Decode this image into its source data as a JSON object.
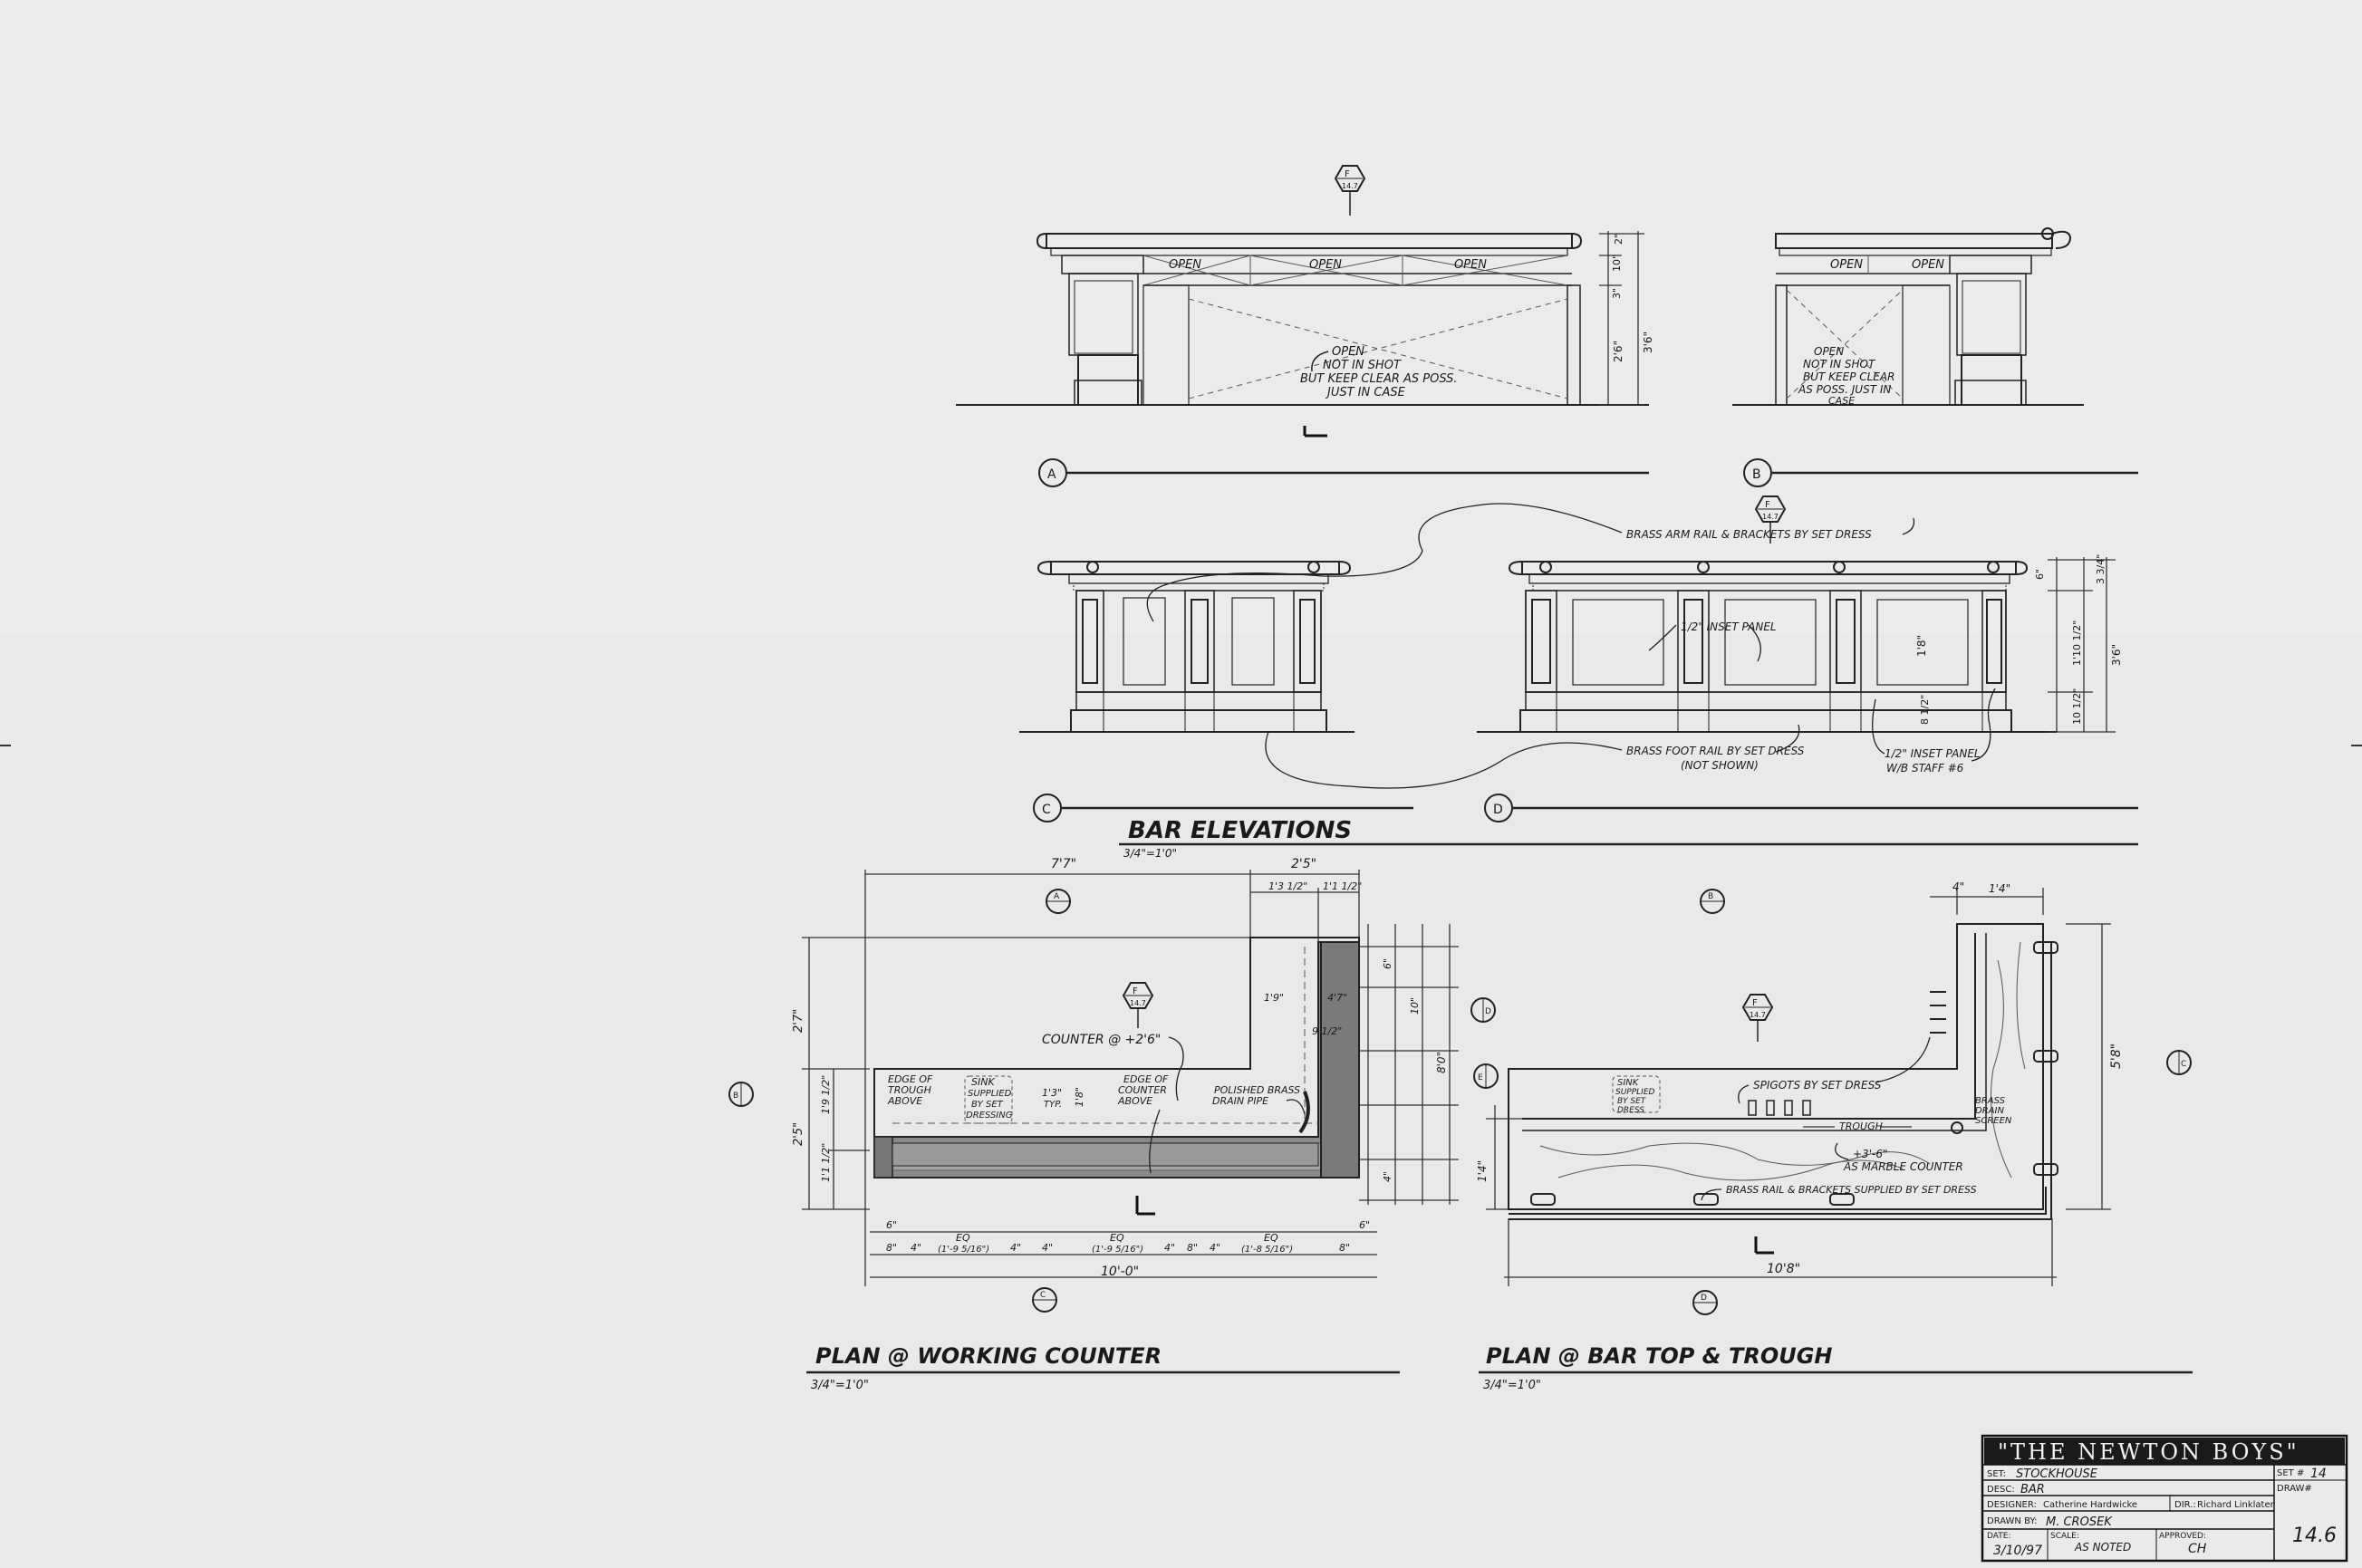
{
  "section_title": "BAR ELEVATIONS",
  "section_scale": "3/4\"=1'0\"",
  "markers": {
    "a": "A",
    "b": "B",
    "c": "C",
    "d": "D",
    "e": "E",
    "f": "F",
    "f_ref": "14.7"
  },
  "elev_a": {
    "open_labels": [
      "OPEN",
      "OPEN",
      "OPEN"
    ],
    "note": [
      "OPEN",
      "NOT IN SHOT",
      "BUT KEEP CLEAR AS POSS.",
      "JUST IN CASE"
    ],
    "dims": [
      "2\"",
      "10\"",
      "3\"",
      "2'6\"",
      "3'6\""
    ]
  },
  "elev_b": {
    "open_labels": [
      "OPEN",
      "OPEN"
    ],
    "note": [
      "OPEN",
      "NOT IN SHOT",
      "BUT KEEP CLEAR",
      "AS POSS. JUST IN",
      "CASE"
    ]
  },
  "elev_d": {
    "callouts": {
      "arm_rail": "BRASS ARM RAIL & BRACKETS BY SET DRESS",
      "inset_panel": "1/2\" INSET PANEL",
      "foot_rail": [
        "BRASS FOOT RAIL BY SET DRESS",
        "(NOT SHOWN)"
      ],
      "inset_panel_stain": [
        "1/2\" INSET PANEL",
        "W/B STAFF #6"
      ]
    },
    "dims": [
      "6\"",
      "1'8\"",
      "8 1/2\"",
      "3'6\"",
      "1'10 1/2\"",
      "10 1/2\"",
      "3 3/4\""
    ]
  },
  "plan_working": {
    "title": "PLAN @ WORKING COUNTER",
    "scale": "3/4\"=1'0\"",
    "overall_width": "10'-0\"",
    "top_dims": [
      "7'7\"",
      "2'5\"",
      "1'3 1/2\"",
      "1'1 1/2\""
    ],
    "left_dims": [
      "2'7\"",
      "2'5\"",
      "1'9 1/2\"",
      "1'1 1/2\""
    ],
    "right_dims": [
      "4'7\"",
      "1'9\"",
      "9 1/2\"",
      "8'0\"",
      "10\"",
      "6\"",
      "4\""
    ],
    "notes": {
      "counter": "COUNTER @ +2'6\"",
      "trough_edge": [
        "EDGE OF",
        "TROUGH",
        "ABOVE"
      ],
      "sink": [
        "SINK",
        "SUPPLIED",
        "BY SET",
        "DRESSING"
      ],
      "counter_edge": [
        "EDGE OF",
        "COUNTER",
        "ABOVE"
      ],
      "drain": [
        "POLISHED BRASS",
        "DRAIN PIPE"
      ],
      "typ": [
        "1'3\"",
        "TYP."
      ],
      "dim_1_8": "1'8\""
    },
    "bottom_dims": [
      "6\"",
      "8\"",
      "4\"",
      "EQ",
      "(1'-9 5/16\")",
      "4\"",
      "4\"",
      "EQ",
      "(1'-9 5/16\")",
      "4\"",
      "8\"",
      "4\"",
      "EQ",
      "(1'-8 5/16\")",
      "8\"",
      "6\""
    ]
  },
  "plan_bartop": {
    "title": "PLAN @ BAR TOP & TROUGH",
    "scale": "3/4\"=1'0\"",
    "overall_width": "10'8\"",
    "top_dims": [
      "4\"",
      "1'4\""
    ],
    "right_dim": "5'8\"",
    "left_dim": "1'4\"",
    "notes": {
      "sink": [
        "SINK",
        "SUPPLIED",
        "BY SET",
        "DRESS"
      ],
      "spigots": "SPIGOTS BY SET DRESS",
      "trough": "TROUGH",
      "drain": [
        "BRASS",
        "DRAIN",
        "SCREEN"
      ],
      "marble": [
        "+3'-6\"",
        "AS MARBLE COUNTER"
      ],
      "rail": "BRASS RAIL & BRACKETS SUPPLIED BY SET DRESS"
    }
  },
  "title_block": {
    "project": "\"THE NEWTON BOYS\"",
    "set_label": "SET:",
    "set_value": "STOCKHOUSE",
    "set_no_label": "SET #",
    "set_no_value": "14",
    "draw_no_label": "DRAW#",
    "desc_label": "DESC:",
    "desc_value": "BAR",
    "designer_label": "DESIGNER:",
    "designer_value": "Catherine Hardwicke",
    "dir_label": "DIR.:",
    "dir_value": "Richard Linklater",
    "drawn_label": "DRAWN BY:",
    "drawn_value": "M. CROSEK",
    "date_label": "DATE:",
    "date_value": "3/10/97",
    "scale_label": "SCALE:",
    "scale_value": "AS NOTED",
    "approved_label": "APPROVED:",
    "approved_value": "CH",
    "sheet_no": "14.6"
  }
}
